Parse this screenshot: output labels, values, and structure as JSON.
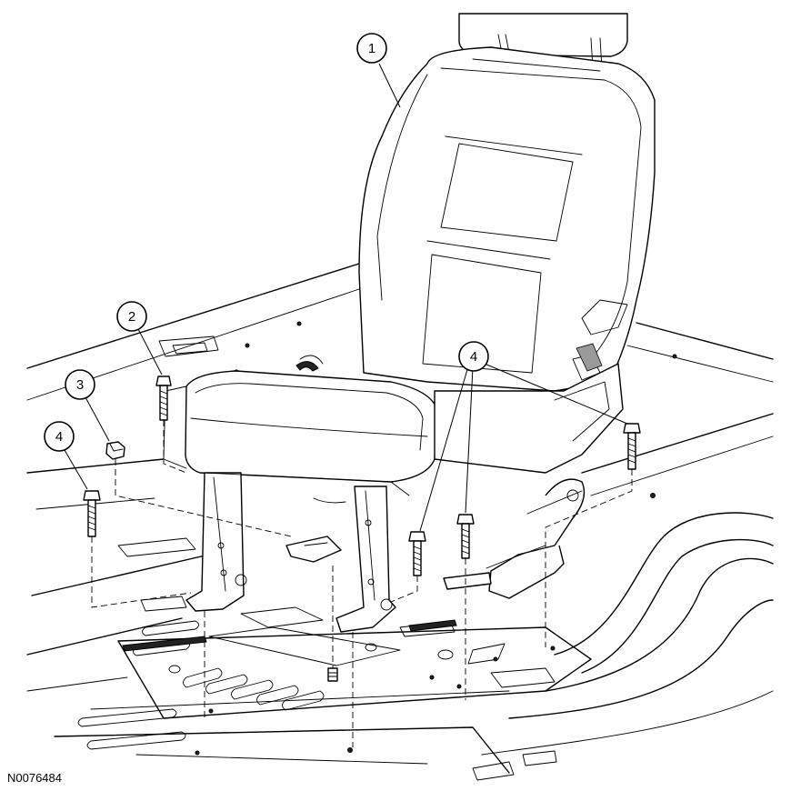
{
  "callouts": [
    {
      "label": "1",
      "part": "seat"
    },
    {
      "label": "2",
      "part": "bolt"
    },
    {
      "label": "3",
      "part": "nut"
    },
    {
      "label": "4",
      "part": "bolt"
    },
    {
      "label": "4",
      "part": "bolts"
    }
  ],
  "figure_id": "N0076484"
}
